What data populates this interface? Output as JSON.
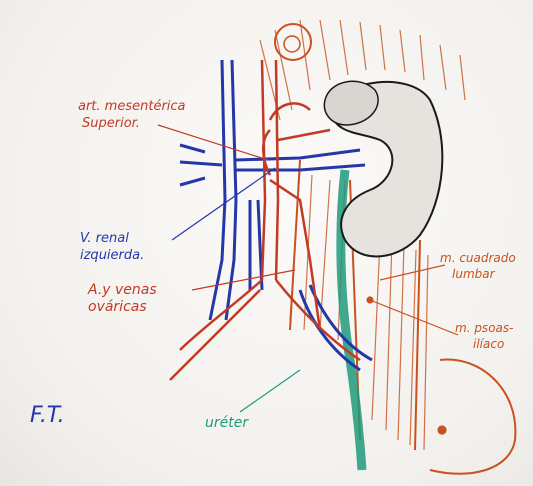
{
  "labels": {
    "sma_line1": "art. mesentérica",
    "sma_line2": "Superior.",
    "renal_vein_line1": "V. renal",
    "renal_vein_line2": "izquierda.",
    "gonadal_line1": "A.y venas",
    "gonadal_line2": "ováricas",
    "quadratus_line1": "m. cuadrado",
    "quadratus_line2": "lumbar",
    "psoas_line1": "m. psoas-",
    "psoas_line2": "ilíaco",
    "ureter": "uréter",
    "initials": "F.T."
  },
  "colors": {
    "artery": "#c23a23",
    "vein": "#2437a8",
    "muscle": "#c8521f",
    "ureter": "#1f9a7a",
    "kidney_outline": "#1a1a1a"
  }
}
